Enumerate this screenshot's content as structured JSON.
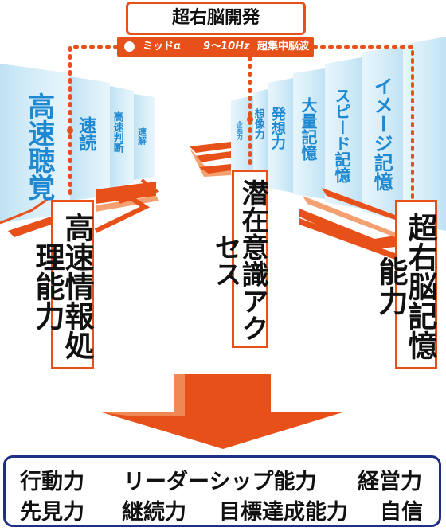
{
  "title": "超右脳開発",
  "wave_bar": {
    "t1": "ミッドα",
    "t2": "9〜10Hz",
    "t3": "超集中脳波"
  },
  "left_panel": {
    "p1": "高速聴覚",
    "p2": "速読",
    "p3": "高速判断",
    "p4": "速解"
  },
  "right_panel": {
    "p1": "企画力",
    "p2": "想像力",
    "p3": "発想力",
    "p4": "大量記憶",
    "p5": "スピード記憶",
    "p6": "イメージ記憶"
  },
  "boxes": {
    "left": "高速情報処理能力",
    "middle": "潜在意識アクセス",
    "right": "超右脳記憶能力"
  },
  "result": {
    "row1": [
      "行動力",
      "リーダーシップ能力",
      "経営力"
    ],
    "row2": [
      "先見力",
      "継続力",
      "目標達成能力",
      "自信"
    ]
  },
  "colors": {
    "accent": "#e8501a",
    "blue_text": "#1e88d0",
    "panel": "#c6e6f6",
    "border_blue": "#1f2f86"
  }
}
